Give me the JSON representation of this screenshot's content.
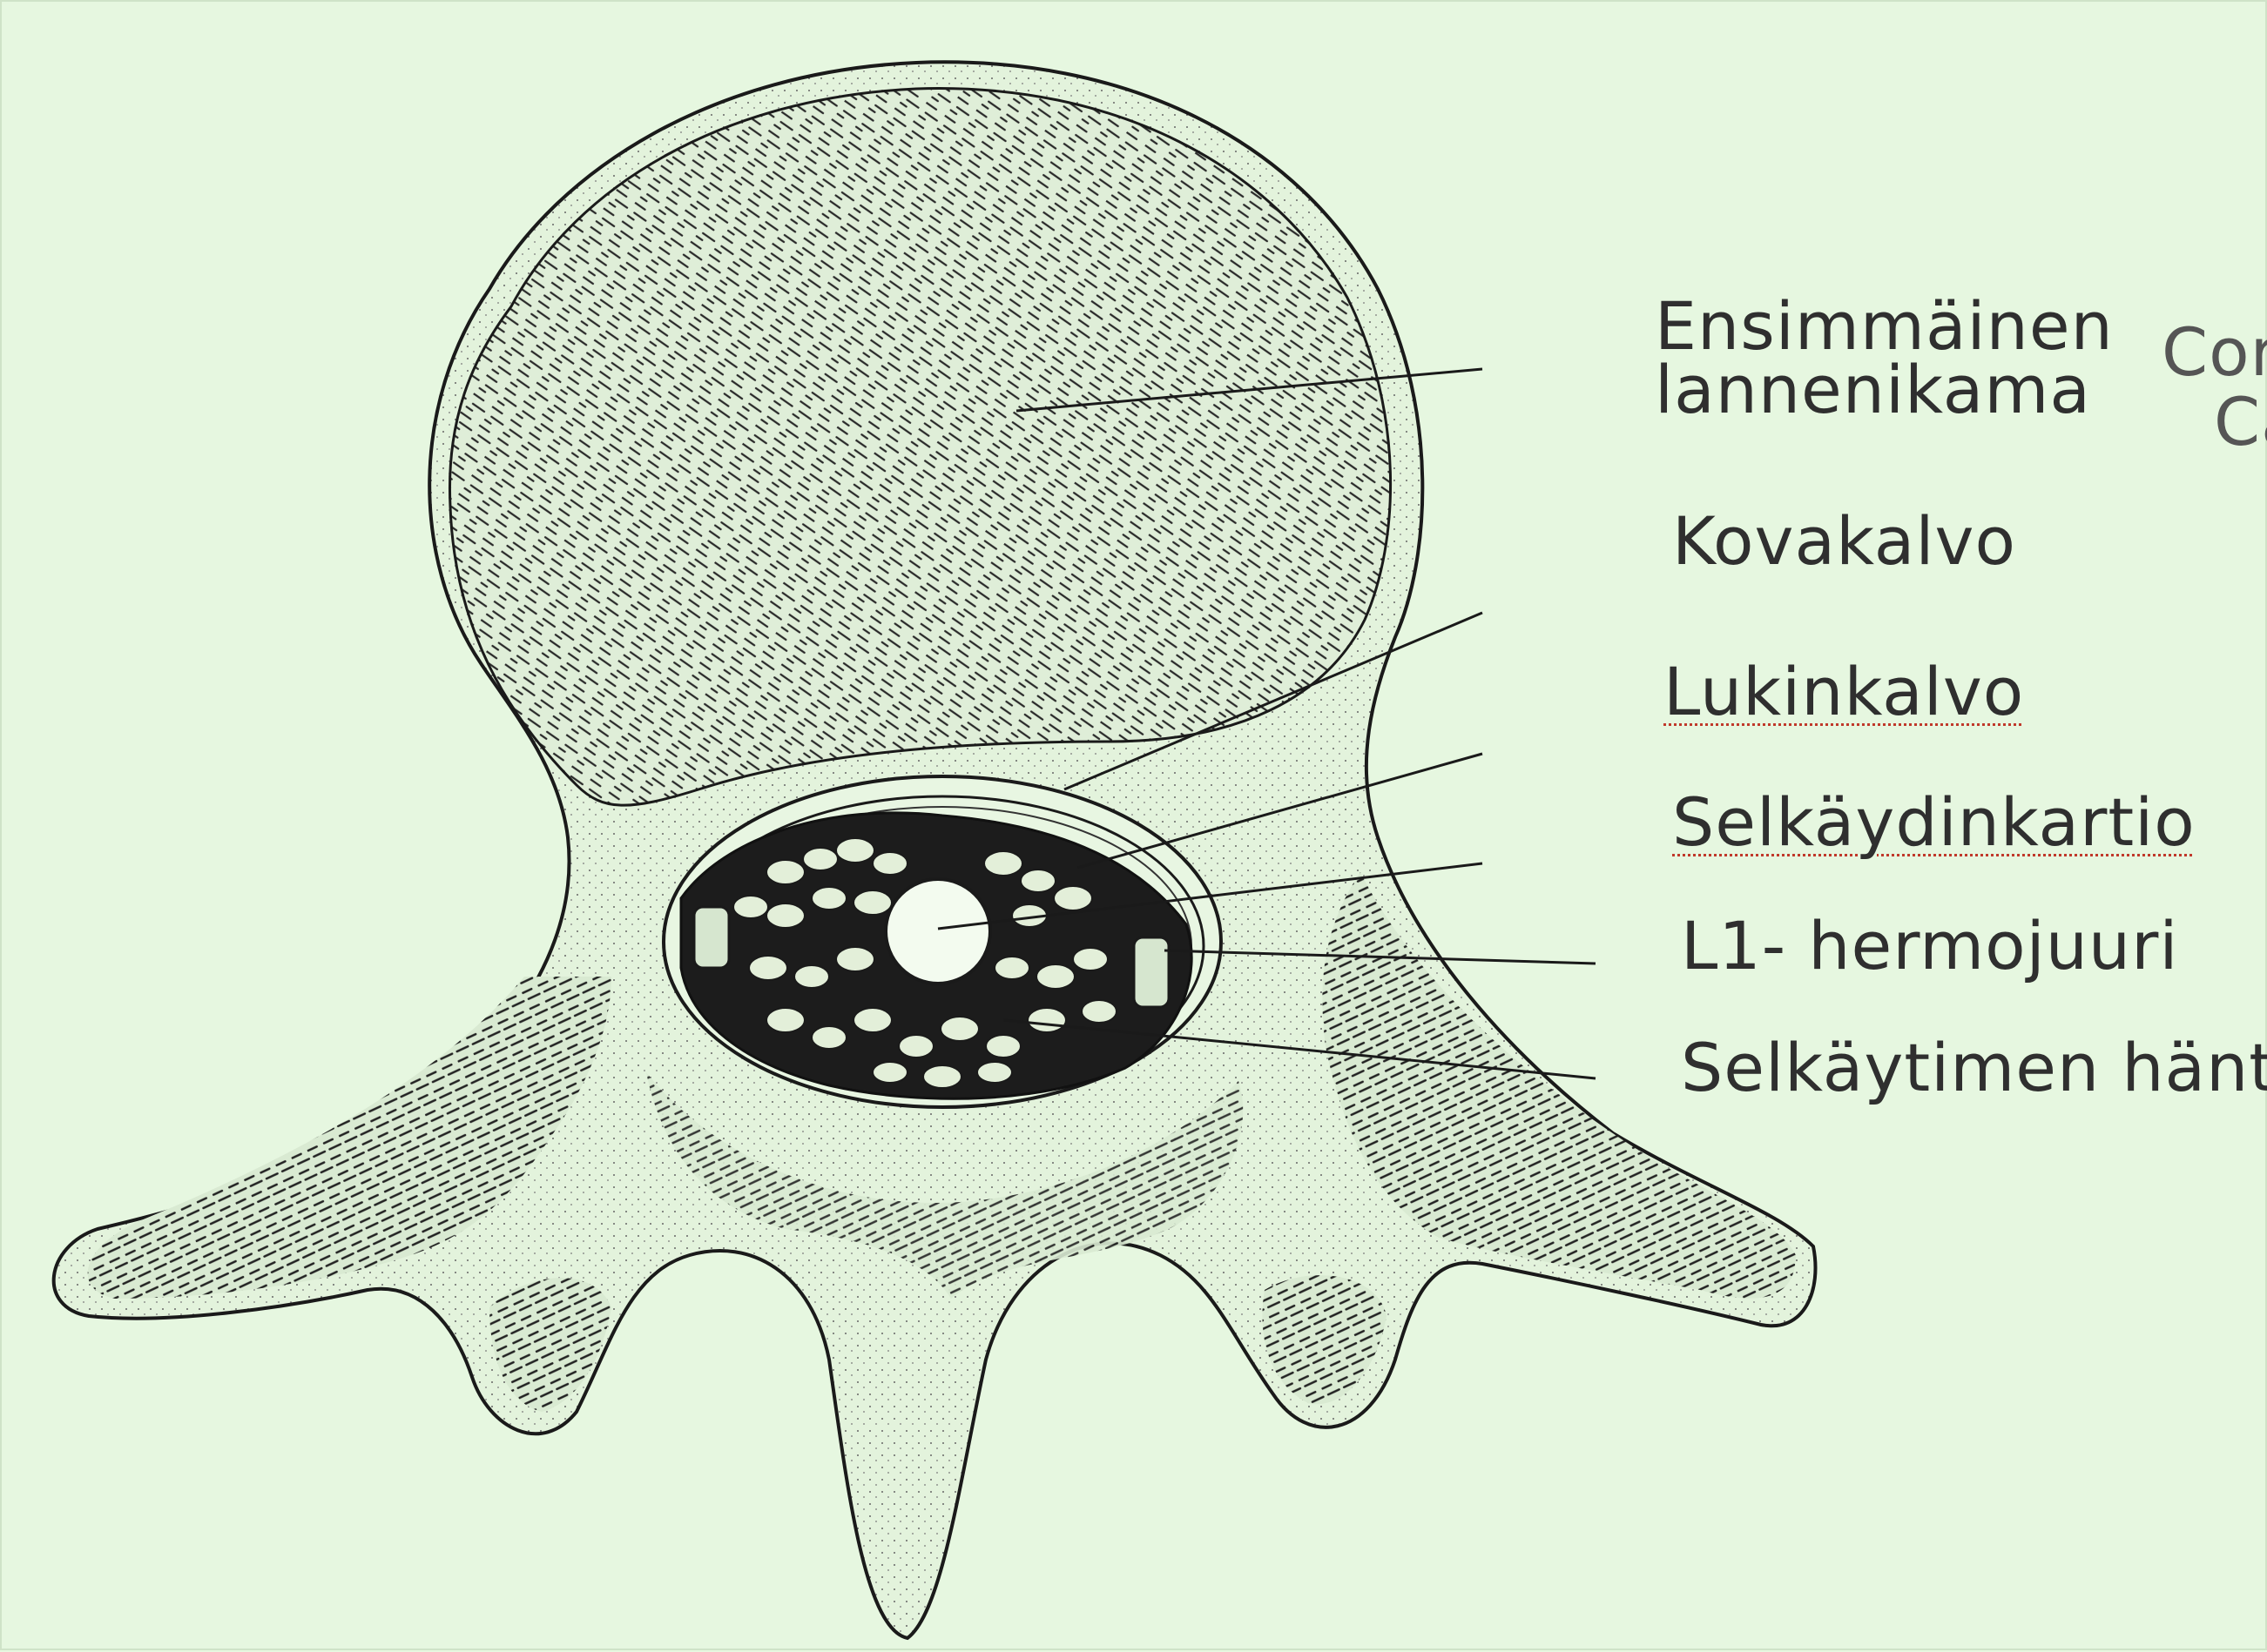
{
  "labels": {
    "vertebra_line1": "Ensimmäinen",
    "vertebra_line2": "lannenikama",
    "dura": "Kovakalvo",
    "arachnoid": "Lukinkalvo",
    "conus": "Selkäydinkartio",
    "nerve_root": "L1- hermojuuri",
    "cauda": "Selkäytimen häntä"
  },
  "cropped_text": {
    "line1": "Cor",
    "line2": "Ca"
  },
  "colors": {
    "background": "#e6f7e0",
    "ink": "#1a1a1a",
    "text": "#2f2f2f",
    "spellcheck": "#c0392b"
  }
}
